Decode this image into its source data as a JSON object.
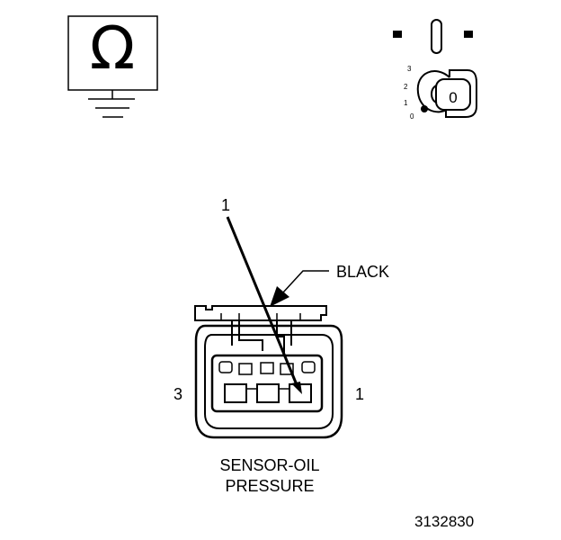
{
  "icons": {
    "ohmmeter": "ohmmeter-icon",
    "ground": "ground-icon",
    "ignition_key": "ignition-key-icon",
    "arrow": "arrow-icon"
  },
  "ohm_symbol": "Ω",
  "ignition": {
    "positions": [
      "3",
      "2",
      "1",
      "0"
    ],
    "key_letter": "0"
  },
  "connector": {
    "pointer_pin": "1",
    "color": "BLACK",
    "pin_left": "3",
    "pin_right": "1"
  },
  "caption": {
    "line1": "SENSOR-OIL",
    "line2": "PRESSURE"
  },
  "figure_id": "3132830"
}
